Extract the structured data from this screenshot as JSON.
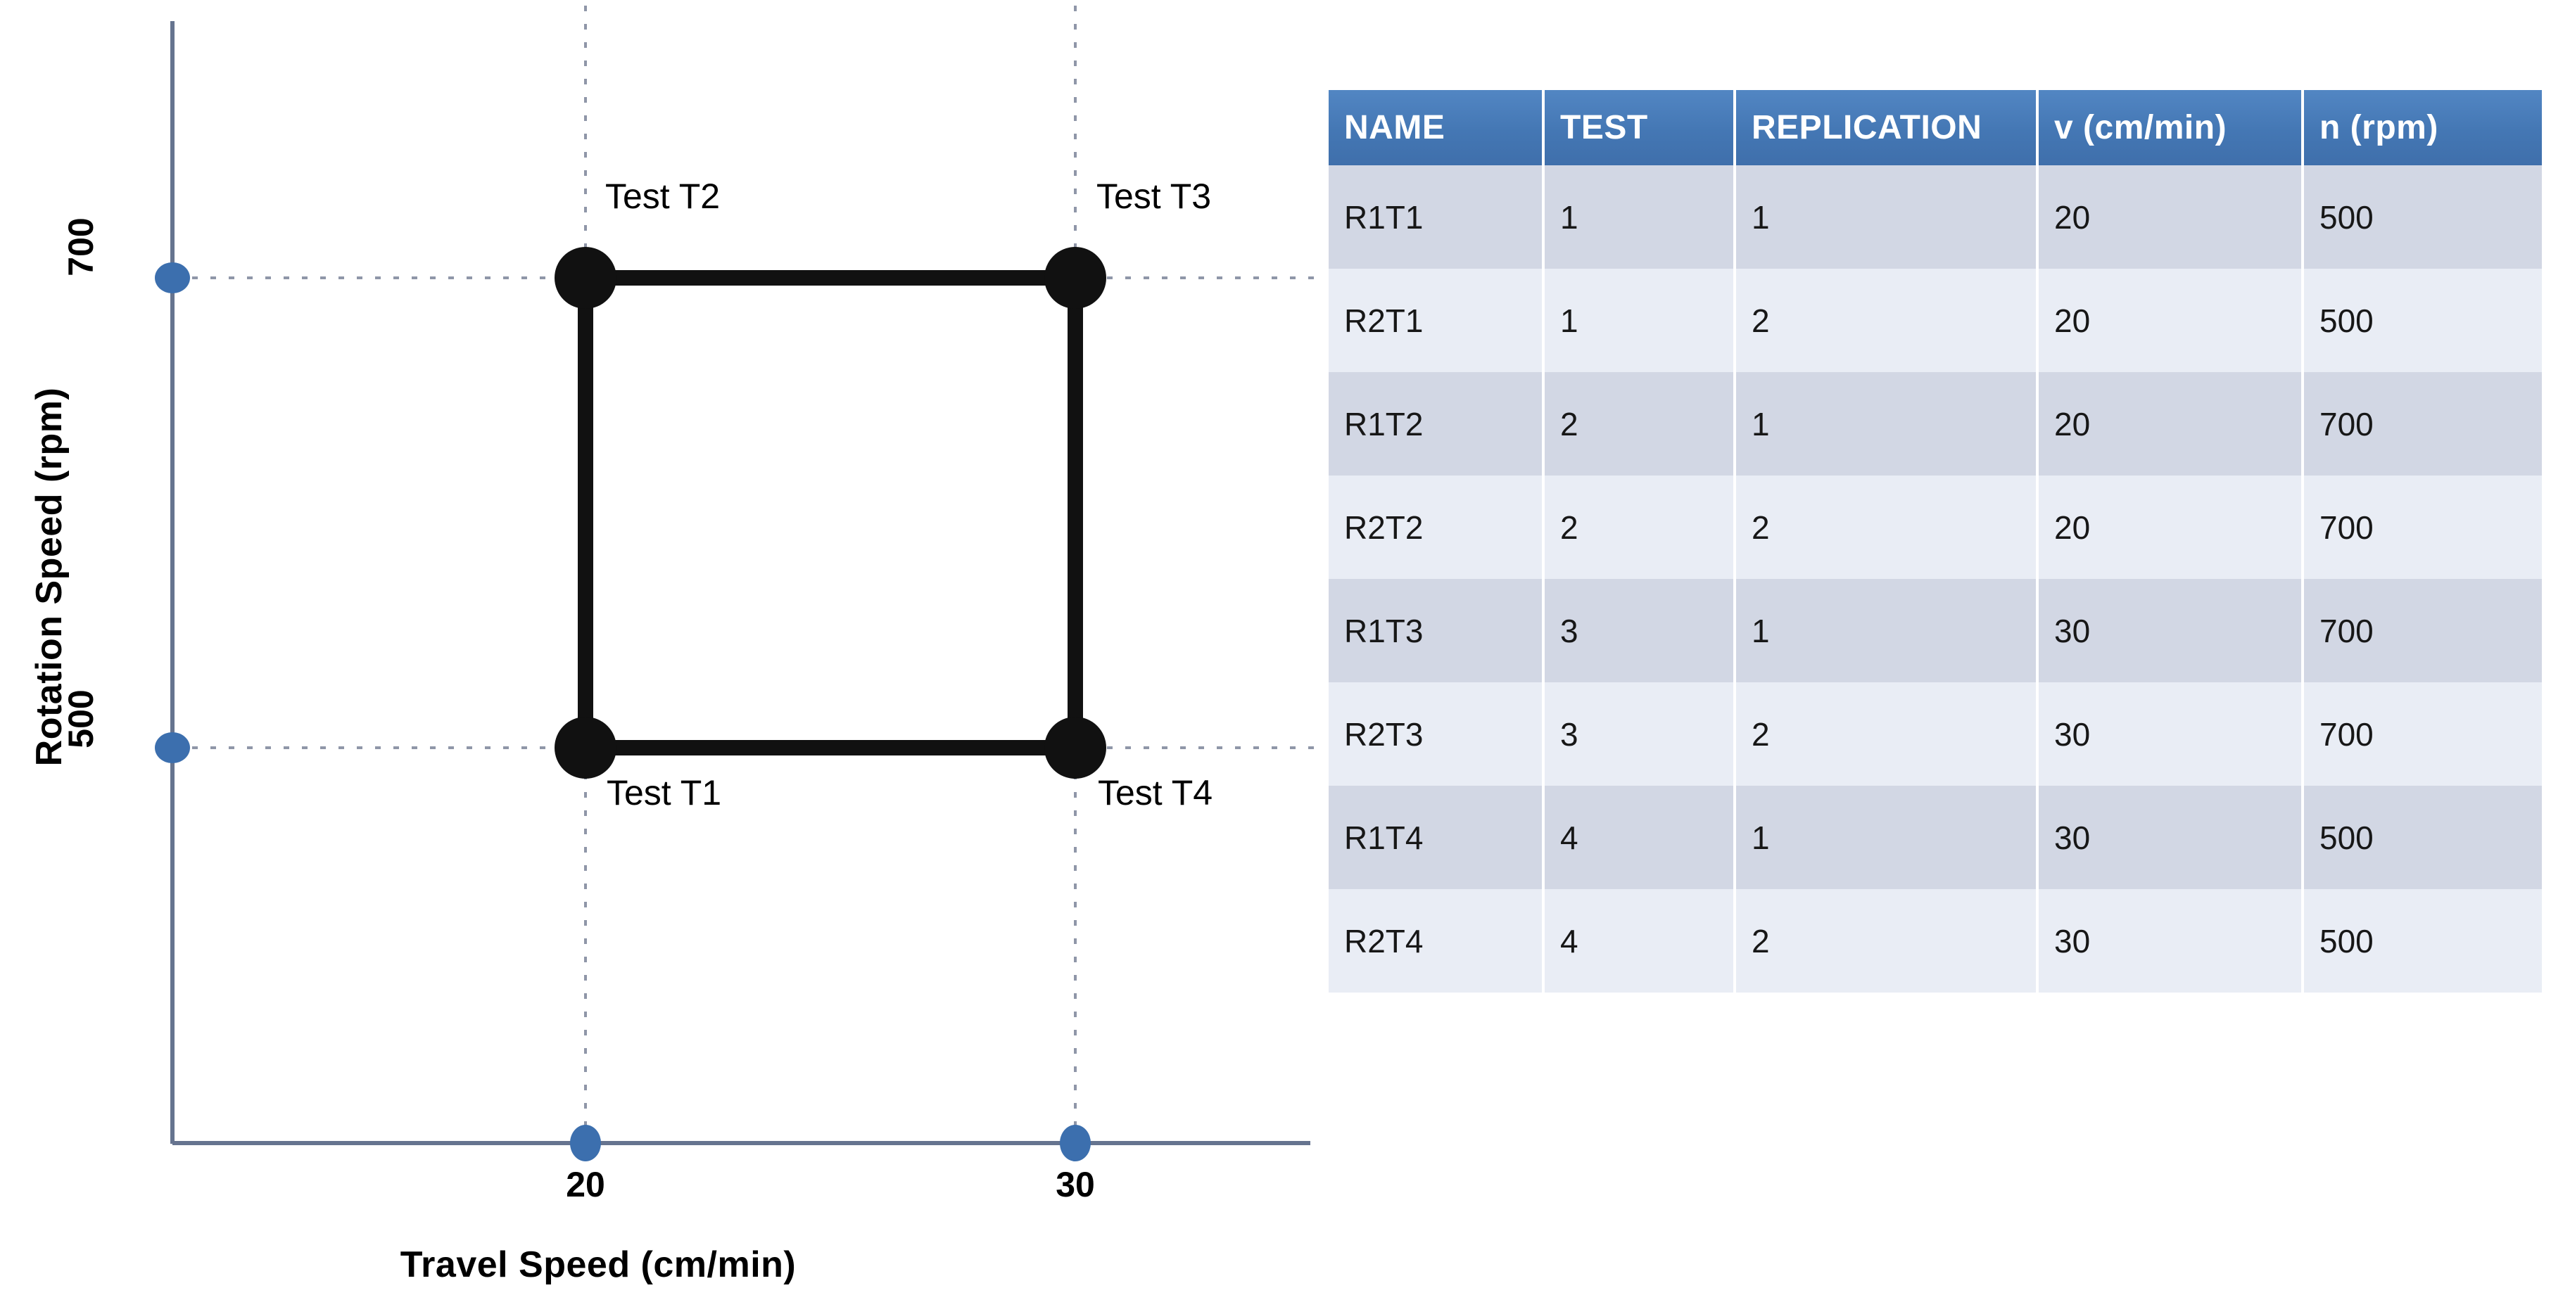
{
  "chart_data": {
    "type": "scatter",
    "title": "",
    "xlabel": "Travel Speed (cm/min)",
    "ylabel": "Rotation Speed (rpm)",
    "xticks": [
      "20",
      "30"
    ],
    "yticks": [
      "500",
      "700"
    ],
    "x": [
      20,
      30,
      30,
      20
    ],
    "y": [
      500,
      500,
      700,
      700
    ],
    "point_labels": [
      "Test T1",
      "Test T4",
      "Test T3",
      "Test T2"
    ],
    "xlim": [
      14.6,
      42.2
    ],
    "ylim": [
      250,
      836
    ],
    "grid": true,
    "legend": "none",
    "annotations": [
      {
        "text": "Test T2",
        "x": 20,
        "y": 700,
        "position": "above-right"
      },
      {
        "text": "Test T3",
        "x": 30,
        "y": 700,
        "position": "above-right"
      },
      {
        "text": "Test T1",
        "x": 20,
        "y": 500,
        "position": "below-right"
      },
      {
        "text": "Test T4",
        "x": 30,
        "y": 500,
        "position": "below-right"
      }
    ],
    "shape": "square connecting the four design points (full factorial 2x2)"
  },
  "colors": {
    "header_blue": "#4477b4",
    "row_odd": "#d2d7e4",
    "row_even": "#e9edf5",
    "axis_blue": "#6a7fa0",
    "marker_blue": "#3c6fae",
    "point_black": "#111111"
  },
  "table": {
    "columns": [
      "NAME",
      "TEST",
      "REPLICATION",
      "v (cm/min)",
      "n (rpm)"
    ],
    "rows": [
      {
        "name": "R1T1",
        "test": "1",
        "replication": "1",
        "v": "20",
        "n": "500"
      },
      {
        "name": "R2T1",
        "test": "1",
        "replication": "2",
        "v": "20",
        "n": "500"
      },
      {
        "name": "R1T2",
        "test": "2",
        "replication": "1",
        "v": "20",
        "n": "700"
      },
      {
        "name": "R2T2",
        "test": "2",
        "replication": "2",
        "v": "20",
        "n": "700"
      },
      {
        "name": "R1T3",
        "test": "3",
        "replication": "1",
        "v": "30",
        "n": "700"
      },
      {
        "name": "R2T3",
        "test": "3",
        "replication": "2",
        "v": "30",
        "n": "700"
      },
      {
        "name": "R1T4",
        "test": "4",
        "replication": "1",
        "v": "30",
        "n": "500"
      },
      {
        "name": "R2T4",
        "test": "4",
        "replication": "2",
        "v": "30",
        "n": "500"
      }
    ]
  }
}
